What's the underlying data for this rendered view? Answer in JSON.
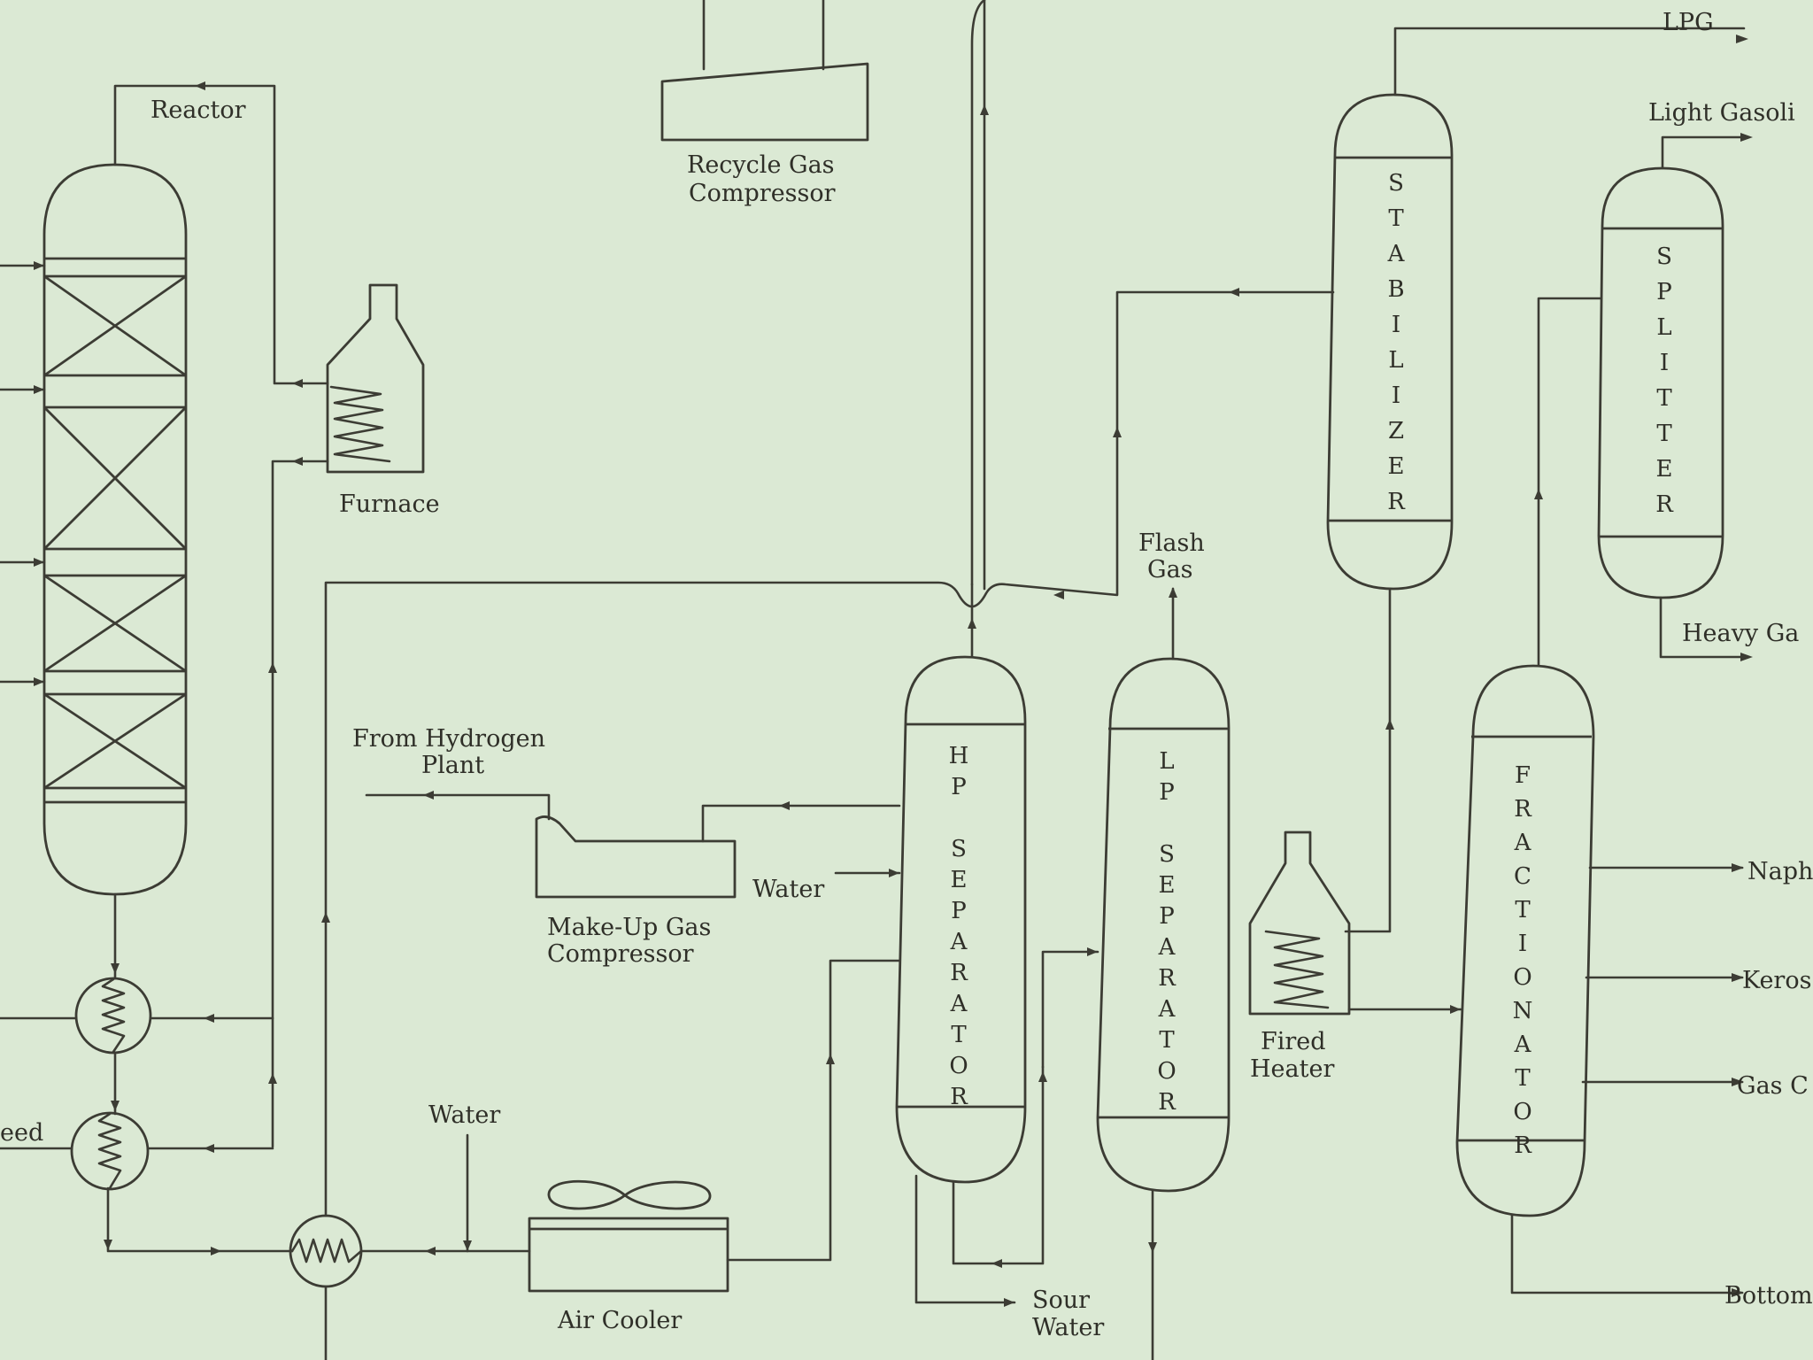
{
  "labels": {
    "reactor": "Reactor",
    "furnace": "Furnace",
    "recycle_gas_compressor_1": "Recycle Gas",
    "recycle_gas_compressor_2": "Compressor",
    "from_hydrogen_plant_1": "From Hydrogen",
    "from_hydrogen_plant_2": "Plant",
    "makeup_gas_compressor_1": "Make-Up Gas",
    "makeup_gas_compressor_2": "Compressor",
    "water_top": "Water",
    "water_bottom": "Water",
    "air_cooler": "Air Cooler",
    "sour_water_1": "Sour",
    "sour_water_2": "Water",
    "flash_gas_1": "Flash",
    "flash_gas_2": "Gas",
    "fired_heater_1": "Fired",
    "fired_heater_2": "Heater",
    "feed": "eed",
    "lpg": "LPG",
    "light_gasoline": "Light Gasoli",
    "heavy_gasoline": "Heavy Ga",
    "naphtha": "Naph",
    "kerosene": "Keros",
    "gas_oil": "Gas C",
    "bottoms": "Bottom"
  },
  "vessels": {
    "hp_separator": [
      "H",
      "P",
      "",
      "S",
      "E",
      "P",
      "A",
      "R",
      "A",
      "T",
      "O",
      "R"
    ],
    "lp_separator": [
      "L",
      "P",
      "",
      "S",
      "E",
      "P",
      "A",
      "R",
      "A",
      "T",
      "O",
      "R"
    ],
    "stabilizer": [
      "S",
      "T",
      "A",
      "B",
      "I",
      "L",
      "I",
      "Z",
      "E",
      "R"
    ],
    "splitter": [
      "S",
      "P",
      "L",
      "I",
      "T",
      "T",
      "E",
      "R"
    ],
    "fractionator": [
      "F",
      "R",
      "A",
      "C",
      "T",
      "I",
      "O",
      "N",
      "A",
      "T",
      "O",
      "R"
    ]
  },
  "colors": {
    "background": "#dbe9d4",
    "ink": "#3c3c34"
  }
}
